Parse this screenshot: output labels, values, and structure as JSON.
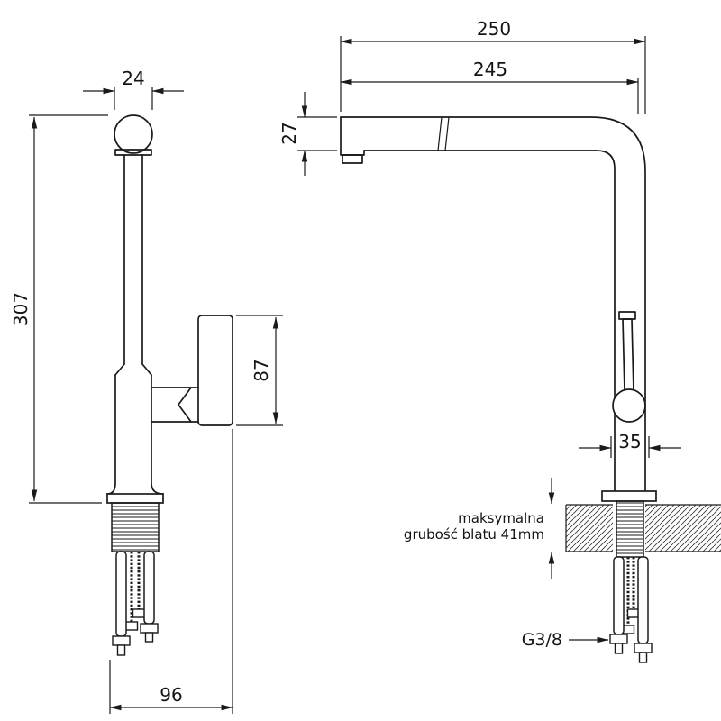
{
  "drawing": {
    "background": "#ffffff",
    "line_color": "#1a1a1a",
    "front_view": {
      "dim_spout_width": "24",
      "dim_total_height": "307",
      "dim_handle_length": "87",
      "dim_base_depth": "96"
    },
    "side_view": {
      "dim_total_depth": "250",
      "dim_spout_reach": "245",
      "dim_spout_height": "27",
      "dim_body_width": "35",
      "countertop_note": [
        "maksymalna",
        "grubość blatu 41mm"
      ],
      "thread_size_label": "G3/8"
    }
  }
}
